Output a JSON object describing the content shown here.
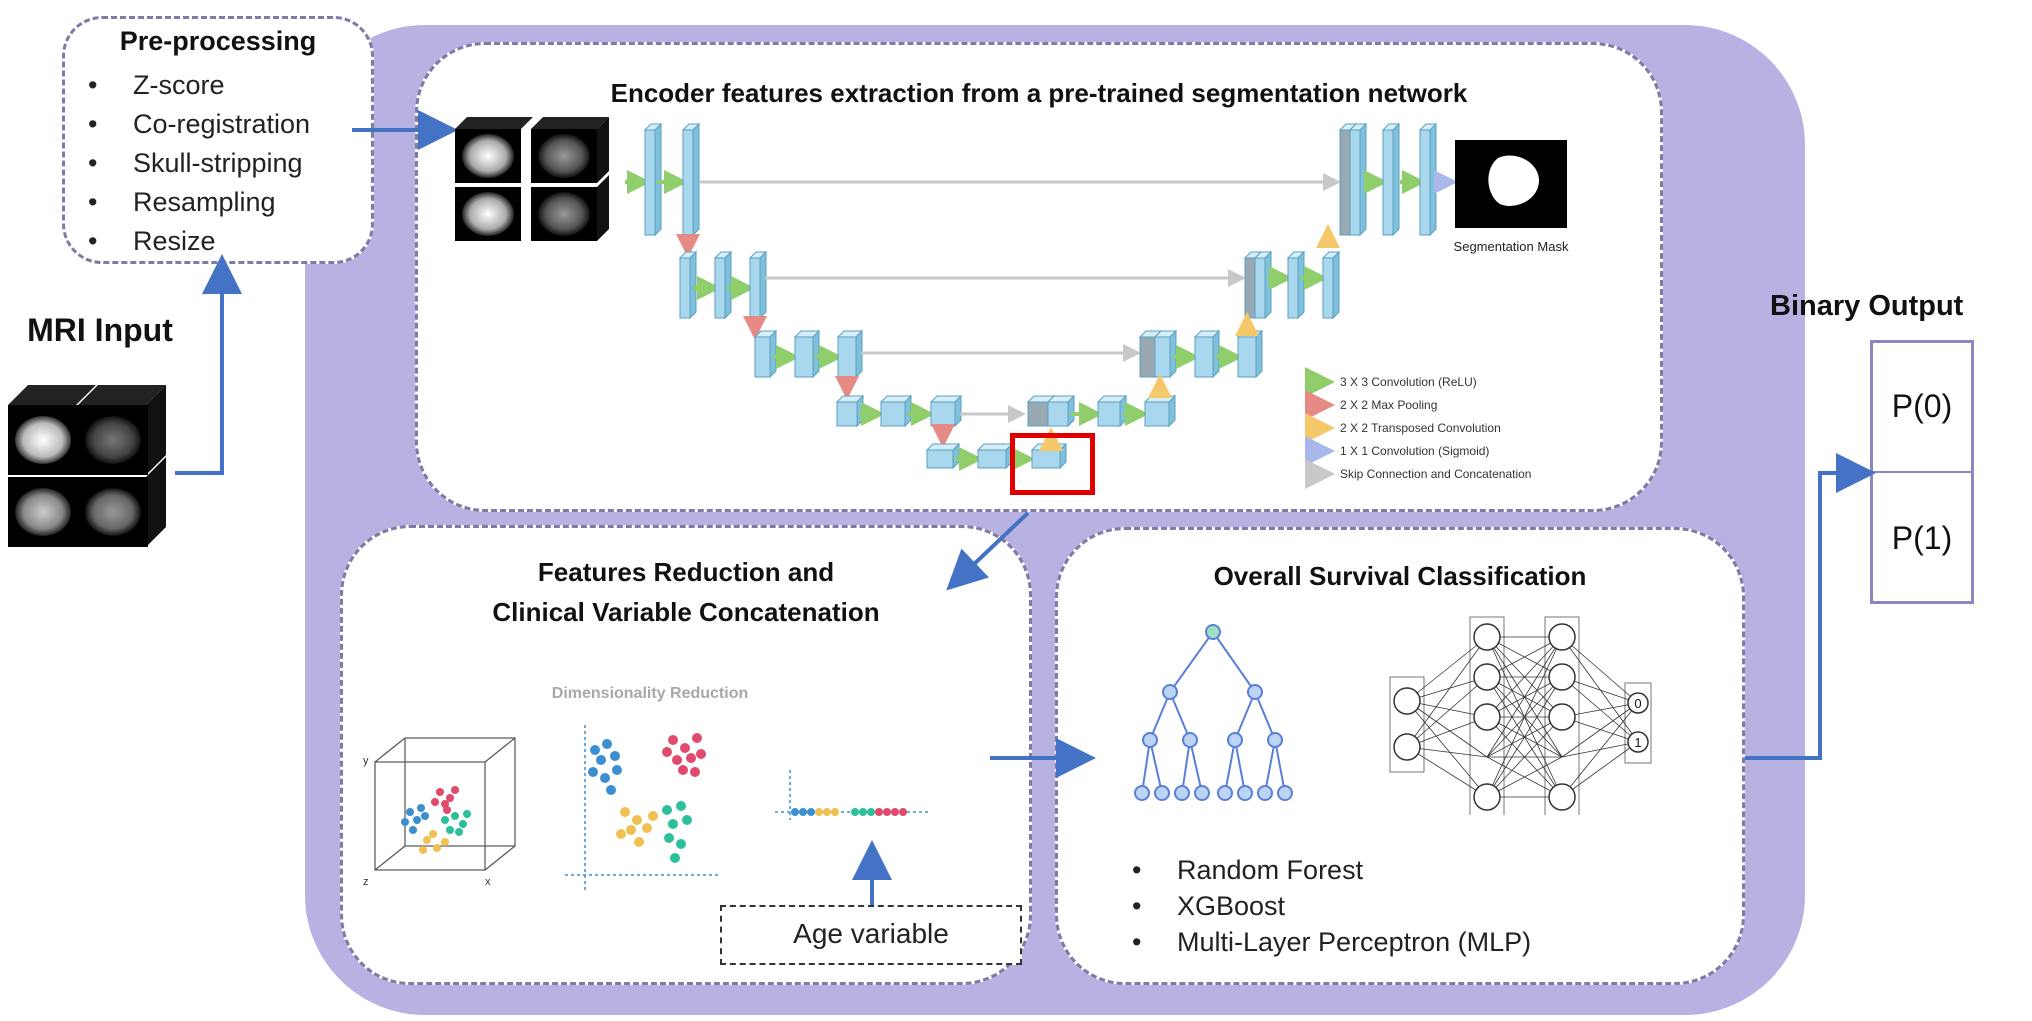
{
  "preprocessing": {
    "title": "Pre-processing",
    "steps": [
      "Z-score",
      "Co-registration",
      "Skull-stripping",
      "Resampling",
      "Resize"
    ]
  },
  "mri_input": {
    "label": "MRI Input"
  },
  "encoder": {
    "title": "Encoder features extraction from a pre-trained segmentation network",
    "mask_label": "Segmentation Mask",
    "legend": [
      {
        "label": "3 X 3 Convolution (ReLU)",
        "color": "#8fce6a"
      },
      {
        "label": "2 X 2 Max Pooling",
        "color": "#e58a84"
      },
      {
        "label": "2 X 2 Transposed Convolution",
        "color": "#f5c86a"
      },
      {
        "label": "1 X 1 Convolution (Sigmoid)",
        "color": "#a9b7ea"
      },
      {
        "label": "Skip Connection and Concatenation",
        "color": "#c8c8c8"
      }
    ]
  },
  "reduction": {
    "title_line1": "Features Reduction and",
    "title_line2": "Clinical Variable Concatenation",
    "dim_label": "Dimensionality Reduction",
    "axis_y": "y",
    "axis_z": "z",
    "axis_x": "x",
    "age_label": "Age variable"
  },
  "classification": {
    "title": "Overall Survival Classification",
    "methods": [
      "Random Forest",
      "XGBoost",
      "Multi-Layer Perceptron (MLP)"
    ],
    "mlp_out0": "0",
    "mlp_out1": "1"
  },
  "output": {
    "title": "Binary Output",
    "p0": "P(0)",
    "p1": "P(1)"
  },
  "colors": {
    "background": "#b8b2e2",
    "arrow": "#4472c4",
    "highlight": "#e00000",
    "block": "#a9d8ee"
  }
}
